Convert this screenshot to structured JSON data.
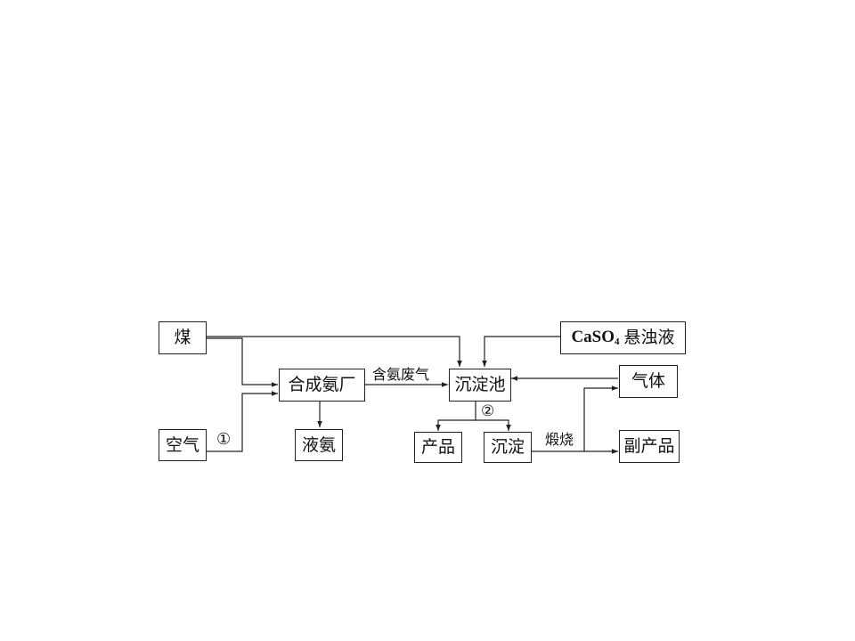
{
  "nodes": {
    "coal": "煤",
    "air": "空气",
    "ammonia_plant": "合成氨厂",
    "liquid_ammonia": "液氨",
    "sediment_tank": "沉淀池",
    "caso4_formula_ca_s_o": "CaSO",
    "caso4_subscript": "4",
    "caso4_suspension": "悬浊液",
    "gas": "气体",
    "product": "产品",
    "precipitate": "沉淀",
    "byproduct": "副产品"
  },
  "edge_labels": {
    "ammonia_waste_gas": "含氨废气",
    "step_1": "①",
    "step_2": "②",
    "calcination": "煅烧"
  }
}
